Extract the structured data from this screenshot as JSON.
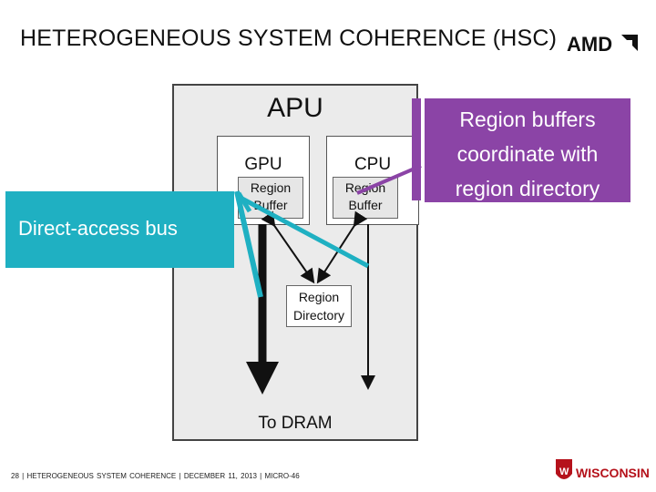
{
  "slide": {
    "title": "HETEROGENEOUS SYSTEM COHERENCE (HSC)",
    "brand_logo": "AMD",
    "footer": {
      "page_number": "28",
      "separator": "|",
      "topic": "HETEROGENEOUS SYSTEM COHERENCE",
      "date": "DECEMBER 11, 2013",
      "venue": "MICRO-46"
    },
    "university_logo": "WISCONSIN"
  },
  "diagram": {
    "apu_label": "APU",
    "gpu_label": "GPU",
    "cpu_label": "CPU",
    "region_buffer_line1": "Region",
    "region_buffer_line2": "Buffer",
    "region_directory_line1": "Region",
    "region_directory_line2": "Directory",
    "dram_label": "To DRAM"
  },
  "callouts": {
    "direct_access": "Direct-access bus",
    "region_buffers_line1": "Region buffers",
    "region_buffers_line2": "coordinate with",
    "region_buffers_line3": "region directory"
  },
  "colors": {
    "callout_cyan": "#1fb0c2",
    "callout_purple": "#8b44a6",
    "amd_logo": "#111111",
    "wisconsin_red": "#b5121b"
  }
}
